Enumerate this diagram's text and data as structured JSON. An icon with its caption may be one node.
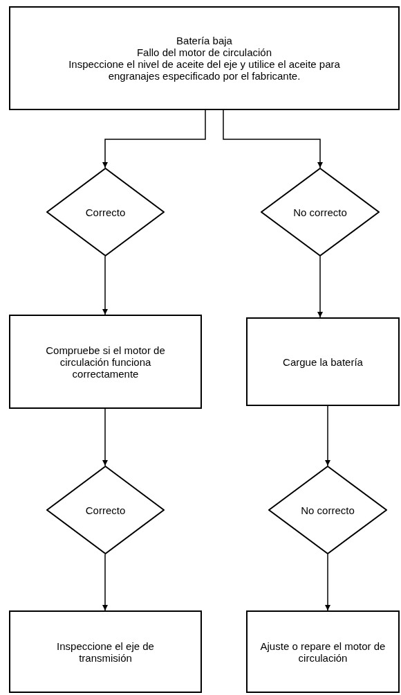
{
  "diagram": {
    "nodes": [
      {
        "text": [
          "Batería baja",
          "Fallo del motor de circulación",
          "Inspeccione el nivel de aceite del eje y utilice el aceite para engranajes especificado por el fabricante."
        ]
      },
      {
        "text": [
          "Correcto"
        ]
      },
      {
        "text": [
          "No correcto"
        ]
      },
      {
        "text": [
          "Compruebe si el motor de circulación funciona correctamente"
        ]
      },
      {
        "text": [
          "Cargue la batería"
        ]
      },
      {
        "text": [
          "Correcto"
        ]
      },
      {
        "text": [
          "No correcto"
        ]
      },
      {
        "text": [
          "Inspeccione el eje de transmisión"
        ]
      },
      {
        "text": [
          "Ajuste o repare el motor de circulación"
        ]
      }
    ],
    "edges": [
      {
        "from": 0,
        "to": 1,
        "arrow": "to"
      },
      {
        "from": 0,
        "to": 2,
        "arrow": "to"
      },
      {
        "from": 1,
        "to": 3,
        "arrow": "to"
      },
      {
        "from": 2,
        "to": 4,
        "arrow": "to"
      },
      {
        "from": 3,
        "to": 5,
        "arrow": "to"
      },
      {
        "from": 4,
        "to": 6,
        "arrow": "to"
      },
      {
        "from": 5,
        "to": 7,
        "arrow": "to"
      },
      {
        "from": 6,
        "to": 8,
        "arrow": "to"
      }
    ]
  }
}
